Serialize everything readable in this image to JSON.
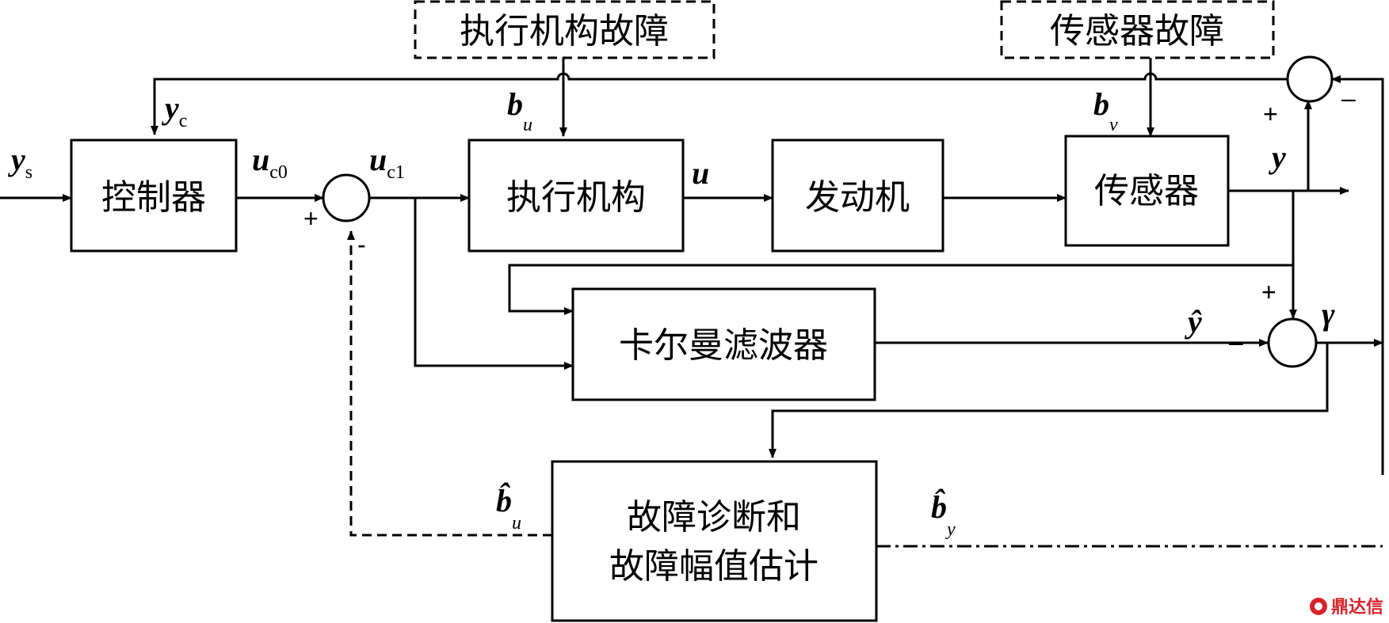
{
  "blocks": {
    "controller": "控制器",
    "actuator": "执行机构",
    "engine": "发动机",
    "sensor": "传感器",
    "kalman": "卡尔曼滤波器",
    "diag_line1": "故障诊断和",
    "diag_line2": "故障幅值估计"
  },
  "faults": {
    "actuator_fault": "执行机构故障",
    "sensor_fault": "传感器故障"
  },
  "signals": {
    "ys": "y",
    "ys_sub": "s",
    "yc": "y",
    "yc_sub": "c",
    "uc0": "u",
    "uc0_sub": "c0",
    "uc1": "u",
    "uc1_sub": "c1",
    "u": "u",
    "bu": "b",
    "bu_sub": "u",
    "bv": "b",
    "bv_sub": "v",
    "y": "y",
    "yhat": "ŷ",
    "gamma": "γ",
    "bu_hat": "b̂",
    "bu_hat_sub": "u",
    "by_hat": "b̂",
    "by_hat_sub": "y"
  },
  "signs": {
    "plus": "+",
    "minus": "–",
    "minus_short": "-"
  },
  "watermark": "鼎达信"
}
